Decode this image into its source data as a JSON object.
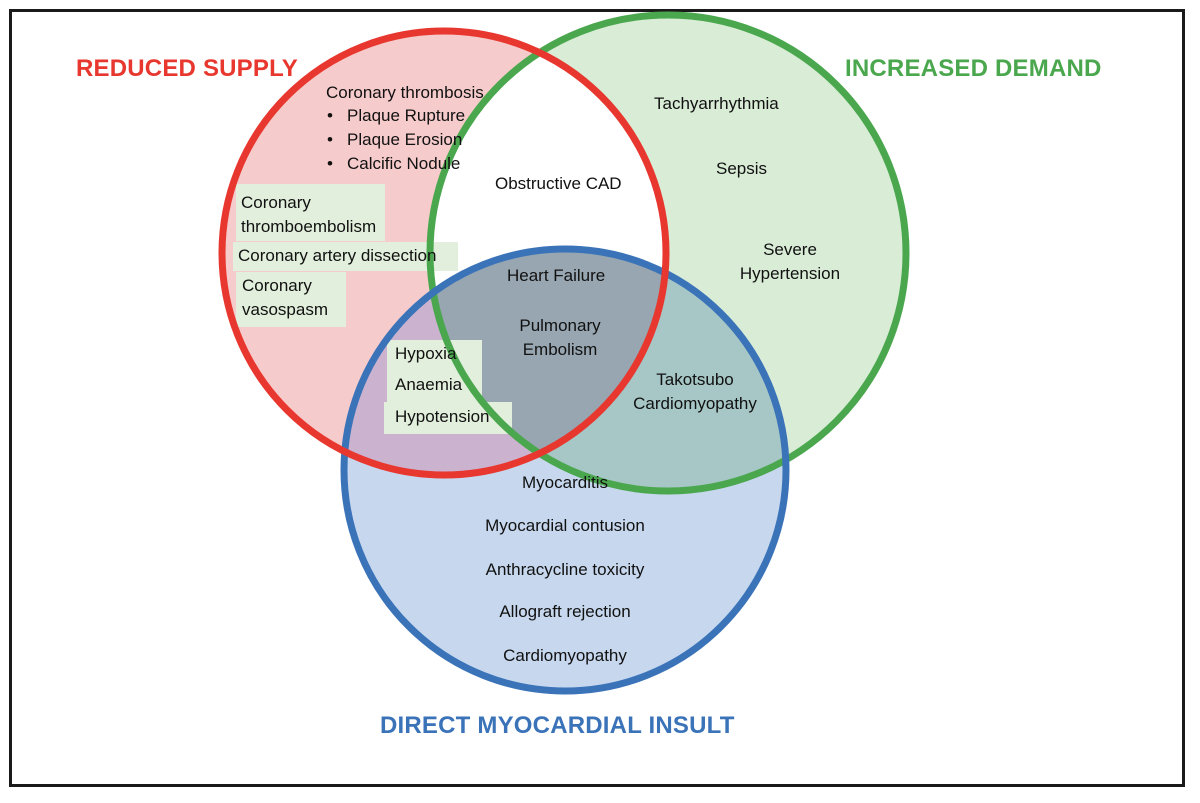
{
  "colors": {
    "supply": "#e8372f",
    "demand": "#4aa74e",
    "insult": "#3b73b9",
    "supply_fill": "#f6cbcb",
    "demand_fill": "#d8ecd6",
    "insult_fill": "#c7d8ee",
    "label_box": "#e2efdc",
    "frame": "#1a1a1a"
  },
  "headings": {
    "supply": "REDUCED SUPPLY",
    "demand": "INCREASED DEMAND",
    "insult": "DIRECT MYOCARDIAL INSULT"
  },
  "supply_only": {
    "thrombosis": "Coronary thrombosis",
    "thrombosis_types": [
      "Plaque Rupture",
      "Plaque Erosion",
      "Calcific Nodule"
    ],
    "thromboembolism_line1": "Coronary",
    "thromboembolism_line2": "thromboembolism",
    "dissection": "Coronary artery dissection",
    "vasospasm_line1": "Coronary",
    "vasospasm_line2": "vasospasm"
  },
  "demand_only": {
    "tachy": "Tachyarrhythmia",
    "sepsis": "Sepsis",
    "hypertension_line1": "Severe",
    "hypertension_line2": "Hypertension"
  },
  "supply_demand": {
    "cad": "Obstructive CAD"
  },
  "all_three": {
    "heart_failure": "Heart Failure",
    "pe_line1": "Pulmonary",
    "pe_line2": "Embolism"
  },
  "supply_insult": {
    "items": [
      "Hypoxia",
      "Anaemia",
      "Hypotension"
    ]
  },
  "demand_insult": {
    "takotsubo_line1": "Takotsubo",
    "takotsubo_line2": "Cardiomyopathy"
  },
  "insult_only": {
    "items": [
      "Myocarditis",
      "Myocardial contusion",
      "Anthracycline toxicity",
      "Allograft rejection",
      "Cardiomyopathy"
    ]
  }
}
